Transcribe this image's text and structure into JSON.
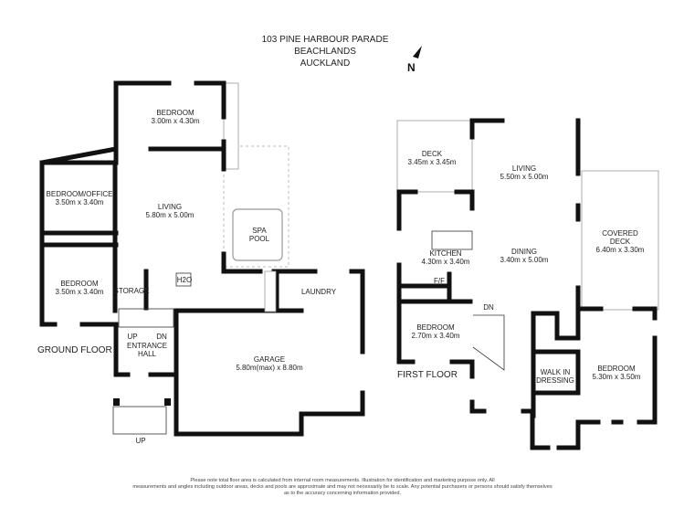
{
  "header": {
    "line1": "103 PINE HARBOUR PARADE",
    "line2": "BEACHLANDS",
    "line3": "AUCKLAND",
    "north": "N"
  },
  "ground_floor": {
    "title": "GROUND FLOOR",
    "rooms": {
      "bedroom1": {
        "name": "BEDROOM",
        "size": "3.00m x 4.30m"
      },
      "bedroom_office": {
        "name": "BEDROOM/OFFICE",
        "size": "3.50m x 3.40m"
      },
      "living": {
        "name": "LIVING",
        "size": "5.80m x 5.00m"
      },
      "spa1": "SPA",
      "spa2": "POOL",
      "bedroom2": {
        "name": "BEDROOM",
        "size": "3.50m x 3.40m"
      },
      "storage": "STORAGE",
      "h2o": "H2O",
      "laundry": "LAUNDRY",
      "entrance1": "ENTRANCE",
      "entrance2": "HALL",
      "garage": {
        "name": "GARAGE",
        "size": "5.80m(max) x 8.80m"
      },
      "up": "UP",
      "dn": "DN",
      "up2": "UP"
    }
  },
  "first_floor": {
    "title": "FIRST FLOOR",
    "rooms": {
      "deck": {
        "name": "DECK",
        "size": "3.45m x 3.45m"
      },
      "living": {
        "name": "LIVING",
        "size": "5.50m x 5.00m"
      },
      "kitchen": {
        "name": "KITCHEN",
        "size": "4.30m x 3.40m"
      },
      "dining": {
        "name": "DINING",
        "size": "3.40m x 5.00m"
      },
      "covered1": "COVERED",
      "covered2": "DECK",
      "covered_size": "6.40m x 3.30m",
      "ff": "F/F",
      "bedroom1": {
        "name": "BEDROOM",
        "size": "2.70m x 3.40m"
      },
      "dn": "DN",
      "walkin1": "WALK IN",
      "walkin2": "DRESSING",
      "bedroom2": {
        "name": "BEDROOM",
        "size": "5.30m x 3.50m"
      }
    }
  },
  "disclaimer": {
    "line1": "Please note total floor area is calculated from internal room measurements. Illustration for identification and marketing purpose only. All",
    "line2": "measurements and angles including outdoor areas, decks and pools are approximate and may not necessarily be to scale. Any potential purchasers or persons should satisfy themselves",
    "line3": "as to the accuracy concerning information provided."
  }
}
